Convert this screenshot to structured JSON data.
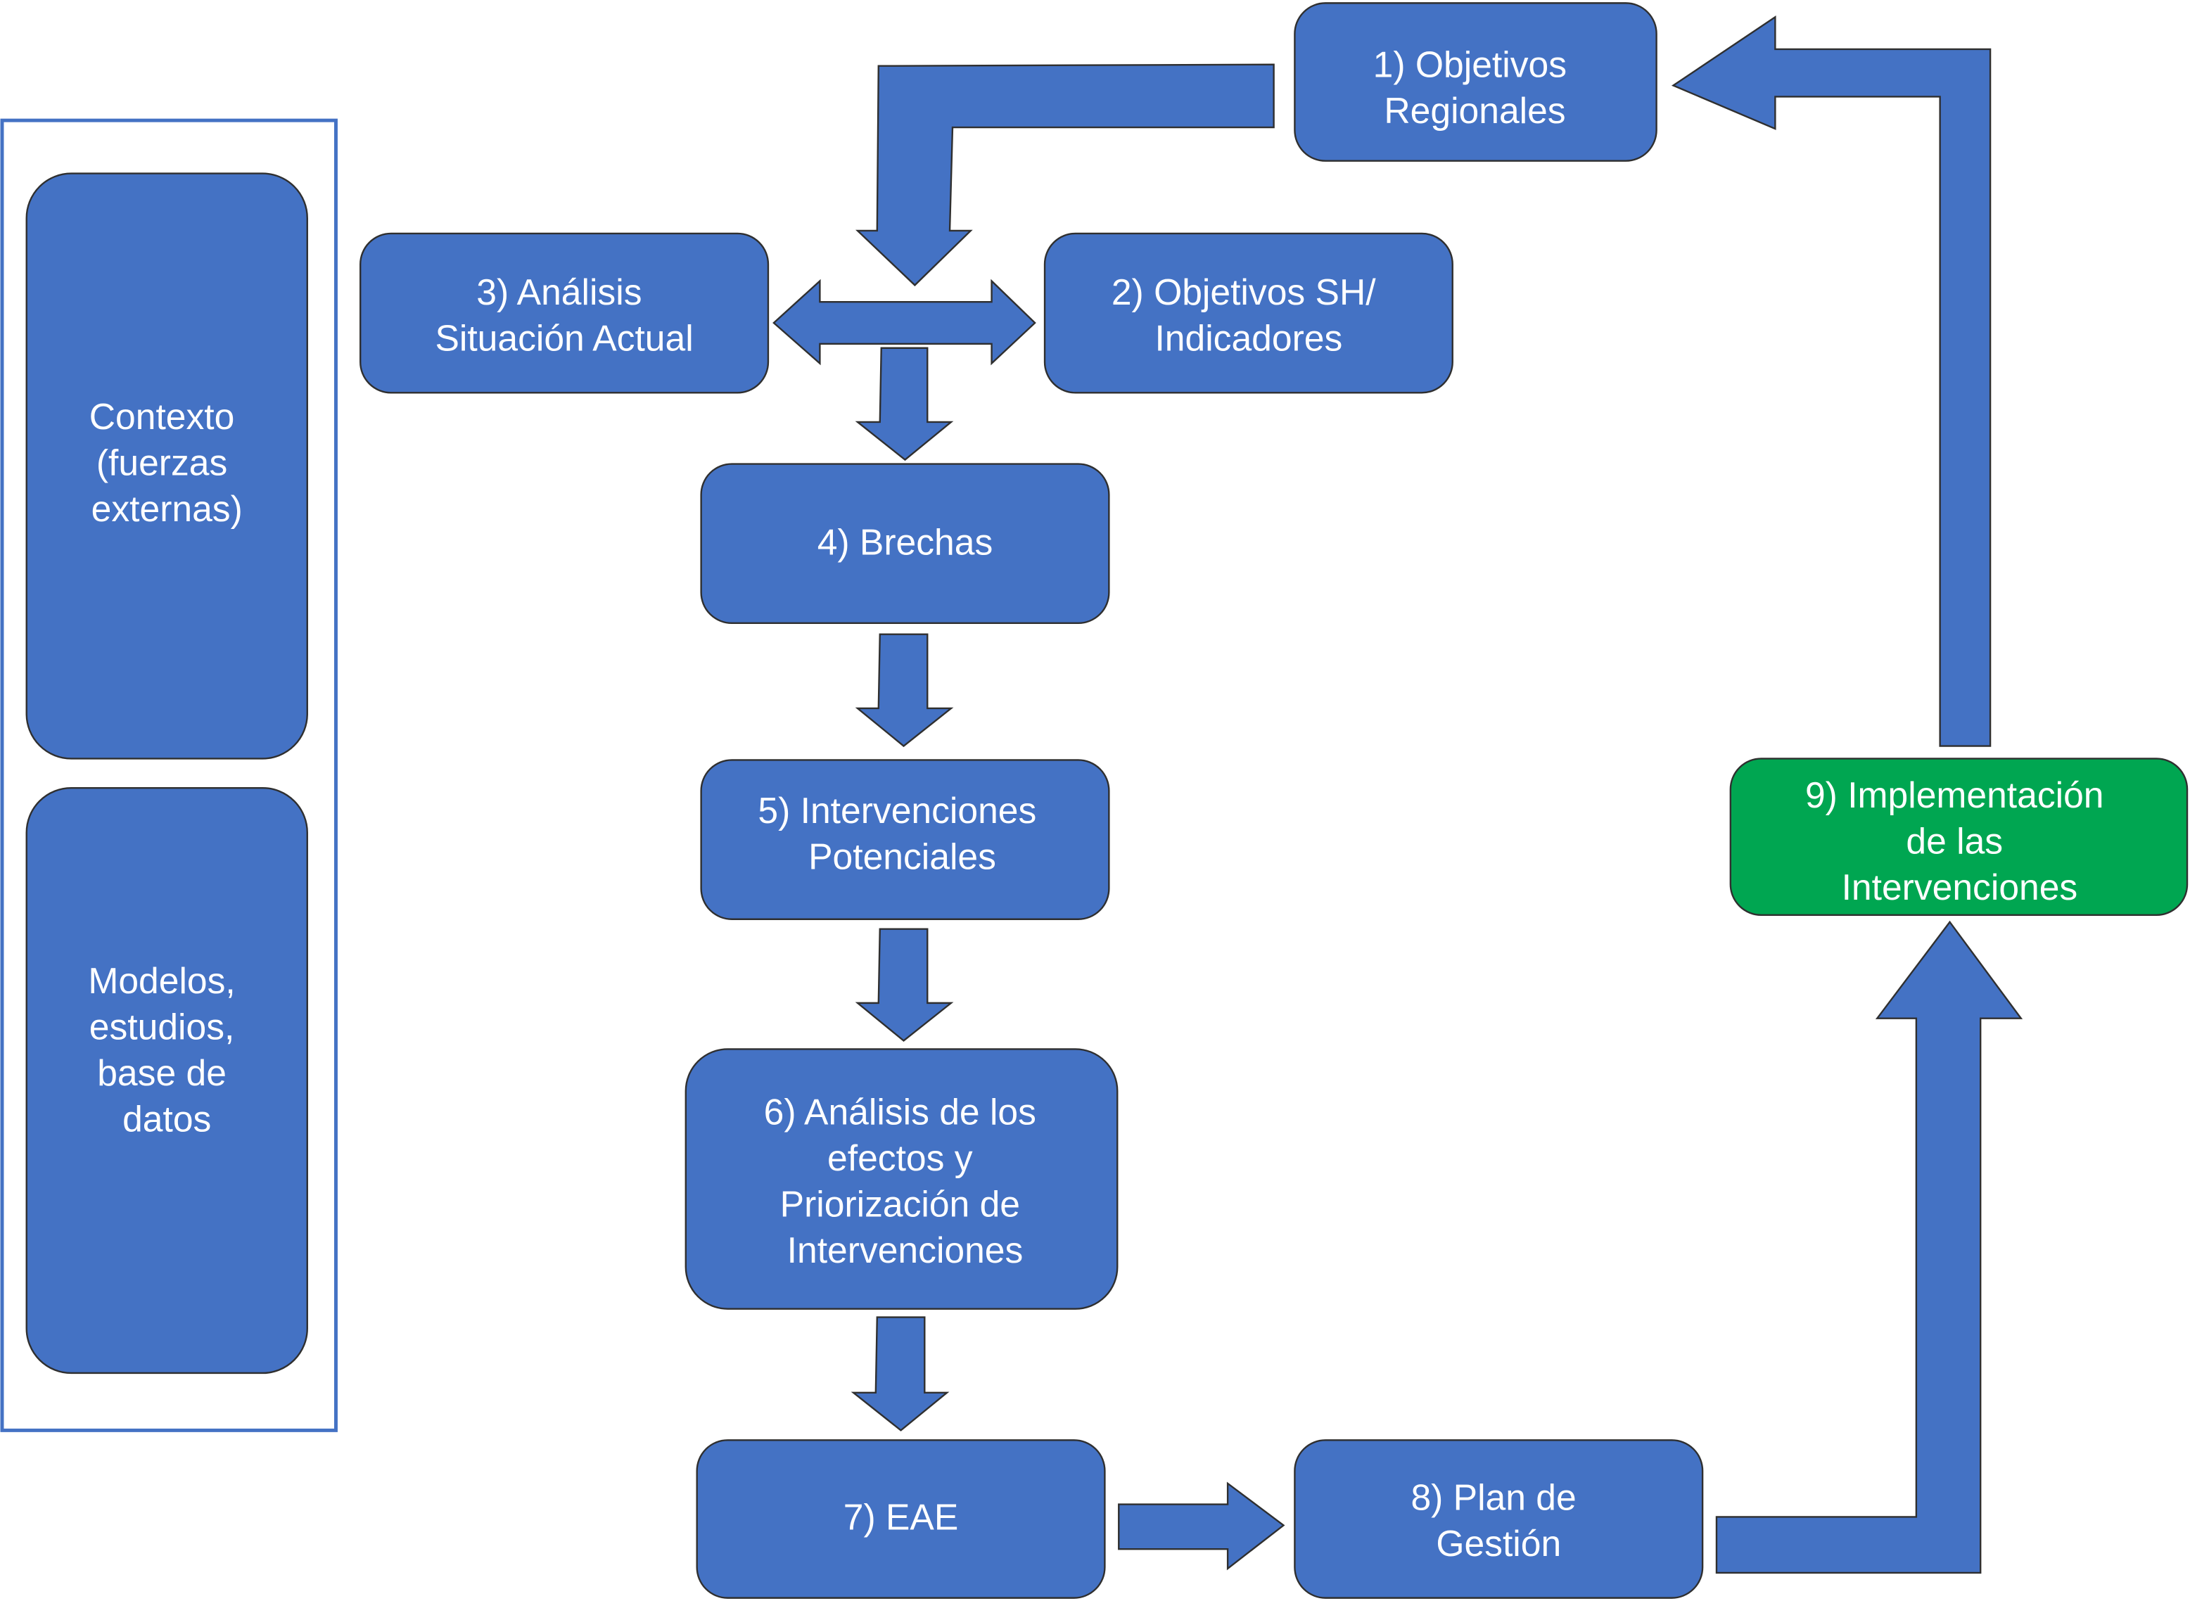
{
  "colors": {
    "node_fill": "#4472c4",
    "node_fill_highlight": "#00a651",
    "arrow_fill": "#4472c4",
    "frame_stroke": "#4472c4",
    "text": "#ffffff"
  },
  "sidebar": {
    "context_box": [
      "Contexto",
      "(fuerzas",
      "externas)"
    ],
    "models_box": [
      "Modelos,",
      "estudios,",
      "base de",
      "datos"
    ]
  },
  "steps": {
    "step1": [
      "1) Objetivos",
      "Regionales"
    ],
    "step2": [
      "2) Objetivos SH/",
      "Indicadores"
    ],
    "step3": [
      "3) Análisis",
      "Situación Actual"
    ],
    "step4": [
      "4) Brechas"
    ],
    "step5": [
      "5) Intervenciones",
      "Potenciales"
    ],
    "step6": [
      "6) Análisis de los",
      "efectos y",
      "Priorización de",
      "Intervenciones"
    ],
    "step7": [
      "7) EAE"
    ],
    "step8": [
      "8) Plan de",
      "Gestión"
    ],
    "step9": [
      "9) Implementación",
      "de las",
      "Intervenciones"
    ]
  },
  "flow": [
    {
      "from": "step1",
      "to": "step3-step2-junction"
    },
    {
      "from": "step3",
      "to": "step2",
      "bidirectional": true
    },
    {
      "from": "step3-step2-junction",
      "to": "step4"
    },
    {
      "from": "step4",
      "to": "step5"
    },
    {
      "from": "step5",
      "to": "step6"
    },
    {
      "from": "step6",
      "to": "step7"
    },
    {
      "from": "step7",
      "to": "step8"
    },
    {
      "from": "step8",
      "to": "step9"
    },
    {
      "from": "step9",
      "to": "step1"
    }
  ]
}
